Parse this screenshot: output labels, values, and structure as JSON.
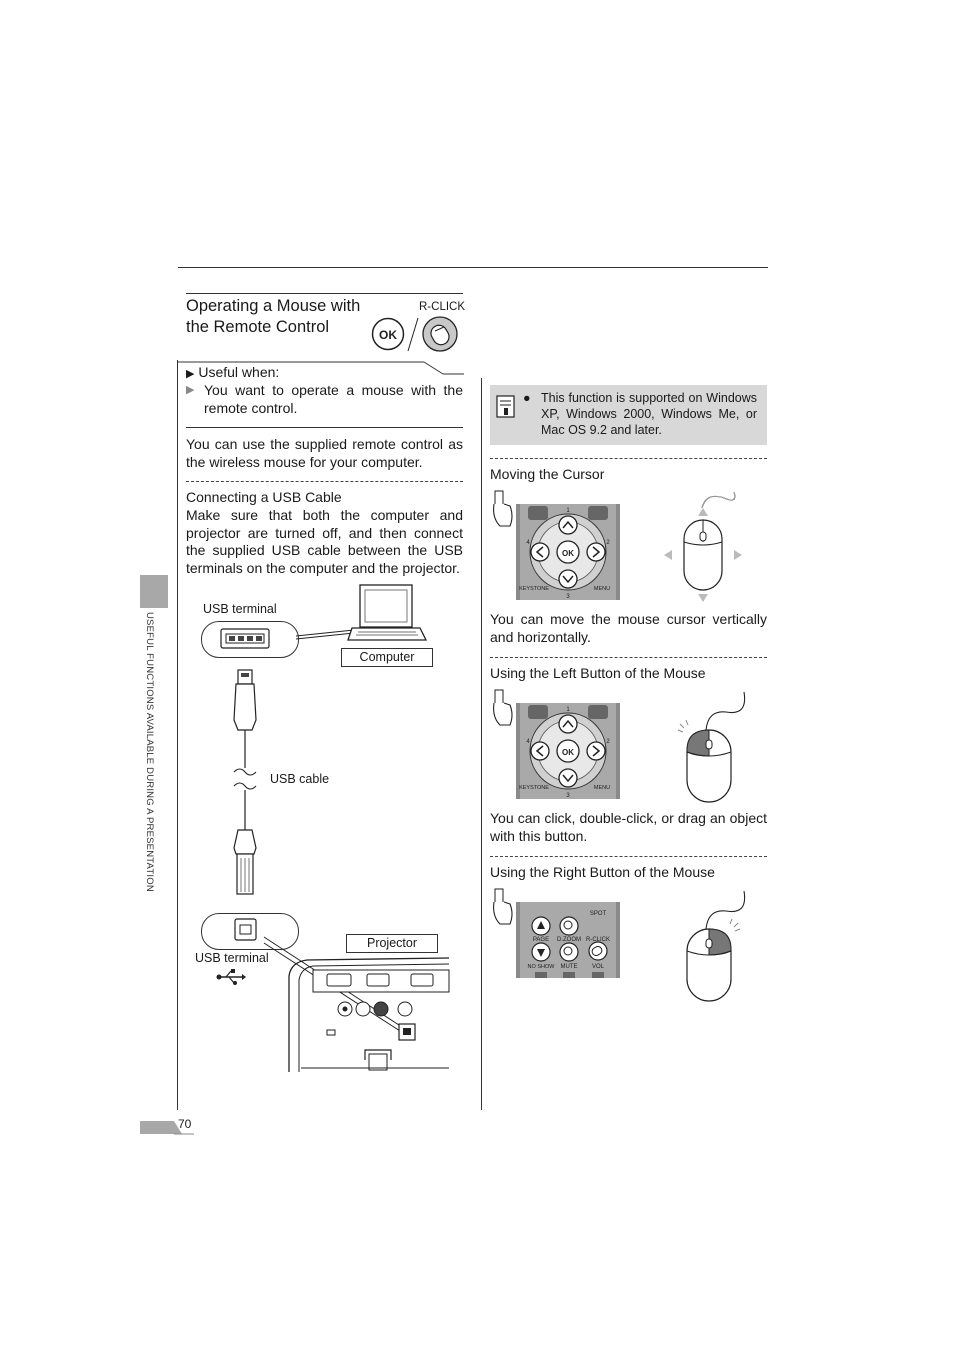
{
  "section": {
    "title_line1": "Operating a Mouse with",
    "title_line2": "the Remote Control",
    "ok_label": "OK",
    "rclick_label": "R-CLICK"
  },
  "useful": {
    "heading": "Useful when:",
    "item": "You want to operate a mouse with the remote control."
  },
  "intro": "You can use the supplied remote control as the wireless mouse for your computer.",
  "connecting": {
    "heading": "Connecting a USB Cable",
    "body": "Make sure that both the computer and projector are turned off, and then connect the supplied USB cable between the USB terminals on the computer and the projector."
  },
  "diagram": {
    "usb_terminal_top": "USB terminal",
    "computer": "Computer",
    "usb_cable": "USB cable",
    "projector": "Projector",
    "usb_terminal_bottom": "USB terminal"
  },
  "note": {
    "text": "This function is supported on Windows XP, Windows 2000, Windows Me, or Mac OS 9.2 and later."
  },
  "moving": {
    "heading": "Moving the Cursor",
    "body": "You can move the mouse cursor vertically and horizontally."
  },
  "left_button": {
    "heading": "Using the Left Button of the Mouse",
    "body": "You can click, double-click, or drag an object with this button."
  },
  "right_button": {
    "heading": "Using the Right Button of the Mouse"
  },
  "remote": {
    "ok": "OK",
    "keystone": "KEYSTONE",
    "menu": "MENU",
    "n1": "1",
    "n2": "2",
    "n3": "3",
    "n4": "4",
    "page": "PAGE",
    "dzoom": "D.ZOOM",
    "rclick": "R-CLICK",
    "spot": "SPOT",
    "noshow": "NO SHOW",
    "mute": "MUTE",
    "vol": "VOL"
  },
  "sidebar_label": "USEFUL FUNCTIONS AVAILABLE DURING A PRESENTATION",
  "page_number": "70"
}
